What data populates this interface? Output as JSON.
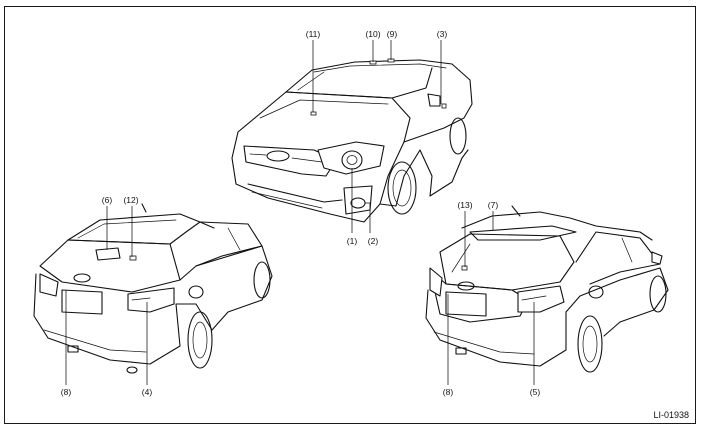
{
  "figure": {
    "code": "LI-01938",
    "labels": {
      "l1": "(1)",
      "l2": "(2)",
      "l3": "(3)",
      "l4": "(4)",
      "l5": "(5)",
      "l6": "(6)",
      "l7": "(7)",
      "l8a": "(8)",
      "l8b": "(8)",
      "l9": "(9)",
      "l10": "(10)",
      "l11": "(11)",
      "l12": "(12)",
      "l13": "(13)"
    }
  }
}
